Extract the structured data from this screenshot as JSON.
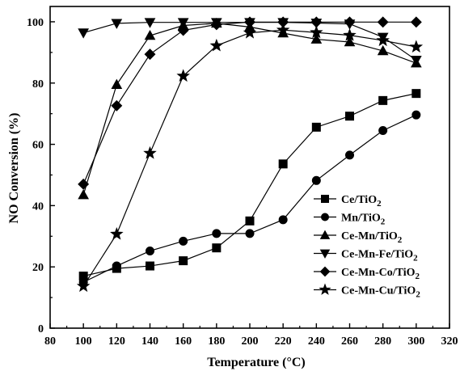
{
  "chart_data": {
    "type": "line",
    "xlabel": "Temperature (°C)",
    "ylabel": "NO Conversion (%)",
    "xlim": [
      80,
      320
    ],
    "ylim": [
      0,
      105
    ],
    "xticks": [
      80,
      100,
      120,
      140,
      160,
      180,
      200,
      220,
      240,
      260,
      280,
      300,
      320
    ],
    "yticks": [
      0,
      20,
      40,
      60,
      80,
      100
    ],
    "grid": false,
    "legend_position": "bottom-right",
    "series": [
      {
        "name": "Ce/TiO2",
        "label_main": "Ce/TiO",
        "label_sub": "2",
        "marker": "square",
        "color": "#000000",
        "x": [
          100,
          120,
          140,
          160,
          180,
          200,
          220,
          240,
          260,
          280,
          300
        ],
        "y": [
          17,
          19.5,
          20.3,
          22,
          26.2,
          35,
          53.6,
          65.6,
          69.2,
          74.3,
          76.6
        ]
      },
      {
        "name": "Mn/TiO2",
        "label_main": "Mn/TiO",
        "label_sub": "2",
        "marker": "circle",
        "color": "#000000",
        "x": [
          100,
          120,
          140,
          160,
          180,
          200,
          220,
          240,
          260,
          280,
          300
        ],
        "y": [
          15,
          20.3,
          25.2,
          28.4,
          30.9,
          30.9,
          35.4,
          48.2,
          56.5,
          64.5,
          69.6
        ]
      },
      {
        "name": "Ce-Mn/TiO2",
        "label_main": "Ce-Mn/TiO",
        "label_sub": "2",
        "marker": "triangle-up",
        "color": "#000000",
        "x": [
          100,
          120,
          140,
          160,
          180,
          200,
          220,
          240,
          260,
          280,
          300
        ],
        "y": [
          43.5,
          79.5,
          95.5,
          98.8,
          99.5,
          98.3,
          96.3,
          94.3,
          93.4,
          90.5,
          86.5
        ]
      },
      {
        "name": "Ce-Mn-Fe/TiO2",
        "label_main": "Ce-Mn-Fe/TiO",
        "label_sub": "2",
        "marker": "triangle-down",
        "color": "#000000",
        "x": [
          100,
          120,
          140,
          160,
          180,
          200,
          220,
          240,
          260,
          280,
          300
        ],
        "y": [
          96.4,
          99.5,
          99.8,
          99.8,
          99.8,
          99.8,
          99.8,
          99.6,
          99.3,
          95,
          87.5
        ]
      },
      {
        "name": "Ce-Mn-Co/TiO2",
        "label_main": "Ce-Mn-Co/TiO",
        "label_sub": "2",
        "marker": "diamond",
        "color": "#000000",
        "x": [
          100,
          120,
          140,
          160,
          180,
          200,
          220,
          240,
          260,
          280,
          300
        ],
        "y": [
          47,
          72.6,
          89.4,
          97.2,
          99.1,
          99.9,
          99.9,
          99.9,
          99.9,
          99.9,
          99.9
        ]
      },
      {
        "name": "Ce-Mn-Cu/TiO2",
        "label_main": "Ce-Mn-Cu/TiO",
        "label_sub": "2",
        "marker": "star",
        "color": "#000000",
        "x": [
          100,
          120,
          140,
          160,
          180,
          200,
          220,
          240,
          260,
          280,
          300
        ],
        "y": [
          13.7,
          30.7,
          57.1,
          82.3,
          92.2,
          96.4,
          97.3,
          96.5,
          95.6,
          93.9,
          91.8
        ]
      }
    ]
  }
}
